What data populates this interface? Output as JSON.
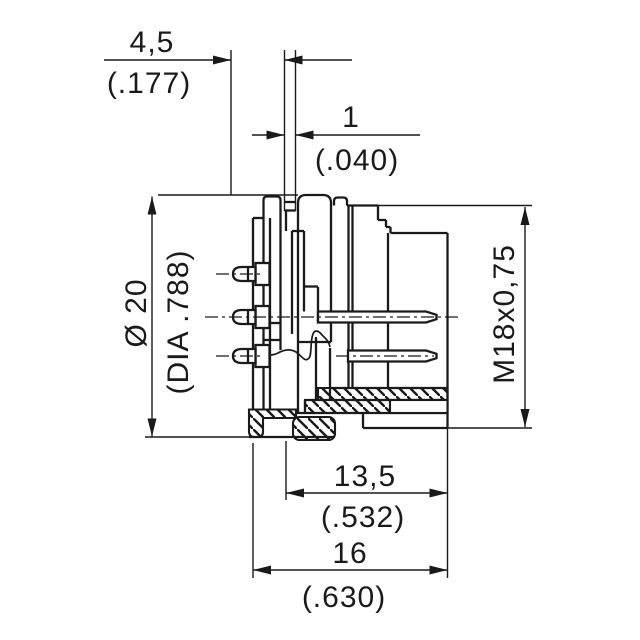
{
  "drawing": {
    "type": "engineering-dimension-drawing",
    "component": "circular panel-mount connector, sectioned side view",
    "colors": {
      "line": "#1a1a1a",
      "background": "#ffffff"
    },
    "dimensions": {
      "terminal_setback": {
        "value": "4,5",
        "inches": "(.177)",
        "orientation": "horizontal-top"
      },
      "tab_thickness": {
        "value": "1",
        "inches": "(.040)",
        "orientation": "horizontal-top"
      },
      "flange_diameter": {
        "value": "Ø 20",
        "inches": "(DIA .788)",
        "orientation": "vertical-left"
      },
      "thread": {
        "value": "M18x0,75",
        "inches": "",
        "orientation": "vertical-right"
      },
      "front_length": {
        "value": "13,5",
        "inches": "(.532)",
        "orientation": "horizontal-bottom"
      },
      "total_length": {
        "value": "16",
        "inches": "(.630)",
        "orientation": "horizontal-bottom"
      }
    }
  }
}
